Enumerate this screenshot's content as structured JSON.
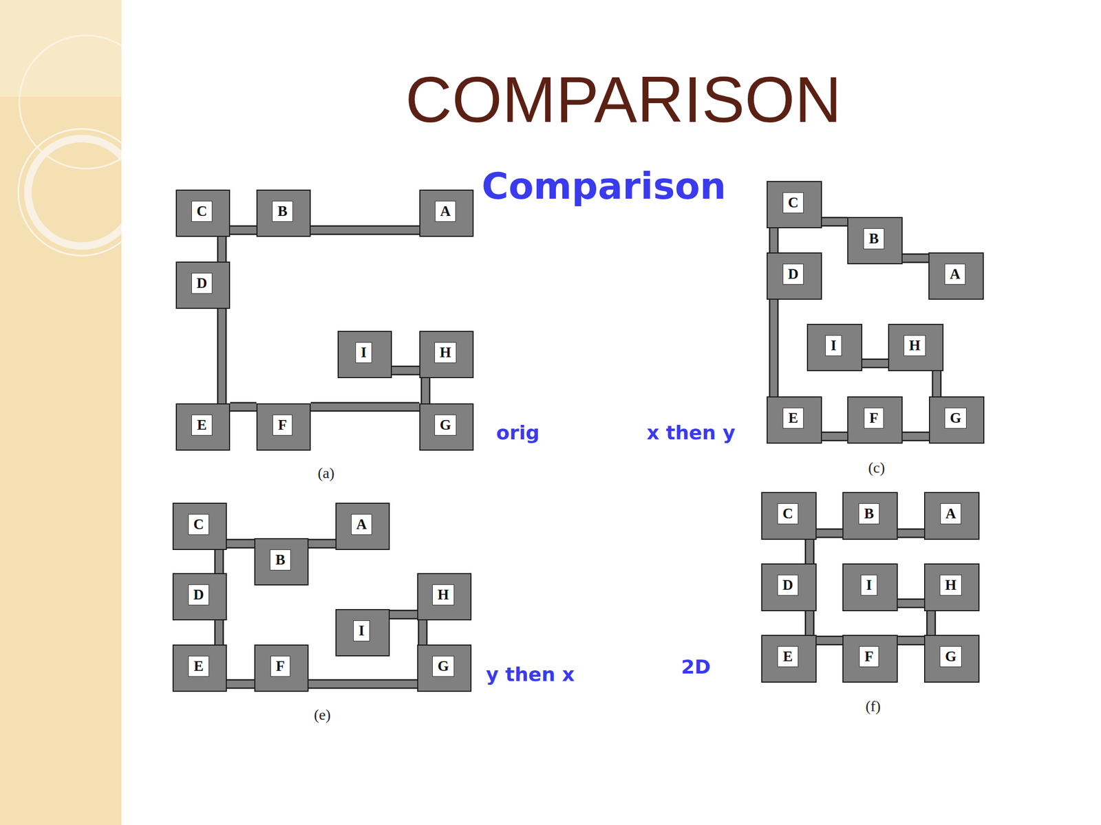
{
  "diagram": {
    "title": "COMPARISON",
    "nodes": [
      {
        "text": [
          "C"
        ]
      },
      {
        "text": [
          "B"
        ]
      },
      {
        "text": [
          "A"
        ]
      },
      {
        "text": [
          "D"
        ]
      },
      {
        "text": [
          "I"
        ]
      },
      {
        "text": [
          "H"
        ]
      },
      {
        "text": [
          "E"
        ]
      },
      {
        "text": [
          "F"
        ]
      },
      {
        "text": [
          "G"
        ]
      },
      {
        "text": [
          "C"
        ]
      },
      {
        "text": [
          "B"
        ]
      },
      {
        "text": [
          "D"
        ]
      },
      {
        "text": [
          "A"
        ]
      },
      {
        "text": [
          "I"
        ]
      },
      {
        "text": [
          "H"
        ]
      },
      {
        "text": [
          "E"
        ]
      },
      {
        "text": [
          "F"
        ]
      },
      {
        "text": [
          "G"
        ]
      },
      {
        "text": [
          "C"
        ]
      },
      {
        "text": [
          "A"
        ]
      },
      {
        "text": [
          "B"
        ]
      },
      {
        "text": [
          "D"
        ]
      },
      {
        "text": [
          "H"
        ]
      },
      {
        "text": [
          "I"
        ]
      },
      {
        "text": [
          "E"
        ]
      },
      {
        "text": [
          "F"
        ]
      },
      {
        "text": [
          "G"
        ]
      },
      {
        "text": [
          "C"
        ]
      },
      {
        "text": [
          "B"
        ]
      },
      {
        "text": [
          "A"
        ]
      },
      {
        "text": [
          "D"
        ]
      },
      {
        "text": [
          "I"
        ]
      },
      {
        "text": [
          "H"
        ]
      },
      {
        "text": [
          "E"
        ]
      },
      {
        "text": [
          "F"
        ]
      },
      {
        "text": [
          "G"
        ]
      }
    ],
    "edges": [
      {
        "from": 0,
        "to": 1,
        "arrow": "none"
      },
      {
        "from": 1,
        "to": 2,
        "arrow": "none"
      },
      {
        "from": 0,
        "to": 3,
        "arrow": "none"
      },
      {
        "from": 3,
        "to": 6,
        "arrow": "none"
      },
      {
        "from": 6,
        "to": 7,
        "arrow": "none"
      },
      {
        "from": 7,
        "to": 8,
        "arrow": "none"
      },
      {
        "from": 8,
        "to": 5,
        "arrow": "none"
      },
      {
        "from": 5,
        "to": 4,
        "arrow": "none"
      },
      {
        "from": 9,
        "to": 10,
        "arrow": "none"
      },
      {
        "from": 10,
        "to": 12,
        "arrow": "none"
      },
      {
        "from": 9,
        "to": 11,
        "arrow": "none"
      },
      {
        "from": 11,
        "to": 15,
        "arrow": "none"
      },
      {
        "from": 15,
        "to": 16,
        "arrow": "none"
      },
      {
        "from": 16,
        "to": 17,
        "arrow": "none"
      },
      {
        "from": 17,
        "to": 14,
        "arrow": "none"
      },
      {
        "from": 14,
        "to": 13,
        "arrow": "none"
      },
      {
        "from": 18,
        "to": 20,
        "arrow": "none"
      },
      {
        "from": 20,
        "to": 19,
        "arrow": "none"
      },
      {
        "from": 18,
        "to": 21,
        "arrow": "none"
      },
      {
        "from": 21,
        "to": 24,
        "arrow": "none"
      },
      {
        "from": 24,
        "to": 25,
        "arrow": "none"
      },
      {
        "from": 25,
        "to": 26,
        "arrow": "none"
      },
      {
        "from": 26,
        "to": 22,
        "arrow": "none"
      },
      {
        "from": 22,
        "to": 23,
        "arrow": "none"
      },
      {
        "from": 27,
        "to": 28,
        "arrow": "none"
      },
      {
        "from": 28,
        "to": 29,
        "arrow": "none"
      },
      {
        "from": 27,
        "to": 30,
        "arrow": "none"
      },
      {
        "from": 30,
        "to": 33,
        "arrow": "none"
      },
      {
        "from": 33,
        "to": 34,
        "arrow": "none"
      },
      {
        "from": 34,
        "to": 35,
        "arrow": "none"
      },
      {
        "from": 35,
        "to": 32,
        "arrow": "none"
      },
      {
        "from": 32,
        "to": 31,
        "arrow": "none"
      }
    ],
    "labels": [
      "Comparison",
      "orig",
      "x then y",
      "(a)",
      "(c)",
      "y then x",
      "2D",
      "(e)",
      "(f)"
    ]
  }
}
